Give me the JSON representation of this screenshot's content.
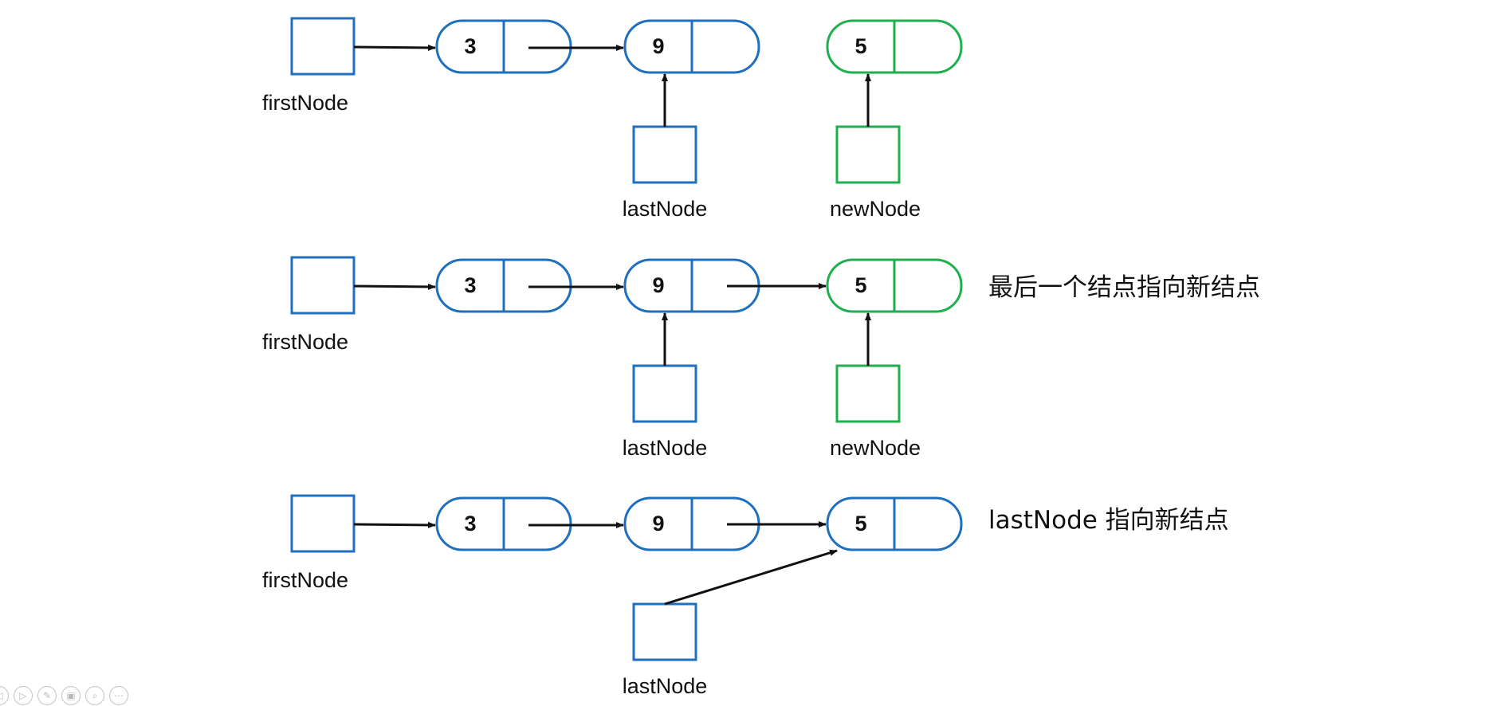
{
  "colors": {
    "blue": "#1f6fbf",
    "green": "#1eb04e",
    "arrow": "#111111"
  },
  "rows": [
    {
      "first_label": "firstNode",
      "values": [
        "3",
        "9"
      ],
      "new_value": "5",
      "new_is_green": true,
      "last_label": "lastNode",
      "new_label": "newNode",
      "caption": ""
    },
    {
      "first_label": "firstNode",
      "values": [
        "3",
        "9"
      ],
      "new_value": "5",
      "new_is_green": true,
      "last_label": "lastNode",
      "new_label": "newNode",
      "caption": "最后一个结点指向新结点"
    },
    {
      "first_label": "firstNode",
      "values": [
        "3",
        "9"
      ],
      "new_value": "5",
      "new_is_green": false,
      "last_label": "lastNode",
      "caption": "lastNode 指向新结点"
    }
  ],
  "toolbar": [
    {
      "icon": "previous-icon",
      "glyph": "◁"
    },
    {
      "icon": "play-icon",
      "glyph": "▷"
    },
    {
      "icon": "pen-icon",
      "glyph": "✎"
    },
    {
      "icon": "slides-icon",
      "glyph": "▣"
    },
    {
      "icon": "zoom-icon",
      "glyph": "⌕"
    },
    {
      "icon": "more-icon",
      "glyph": "⋯"
    }
  ]
}
